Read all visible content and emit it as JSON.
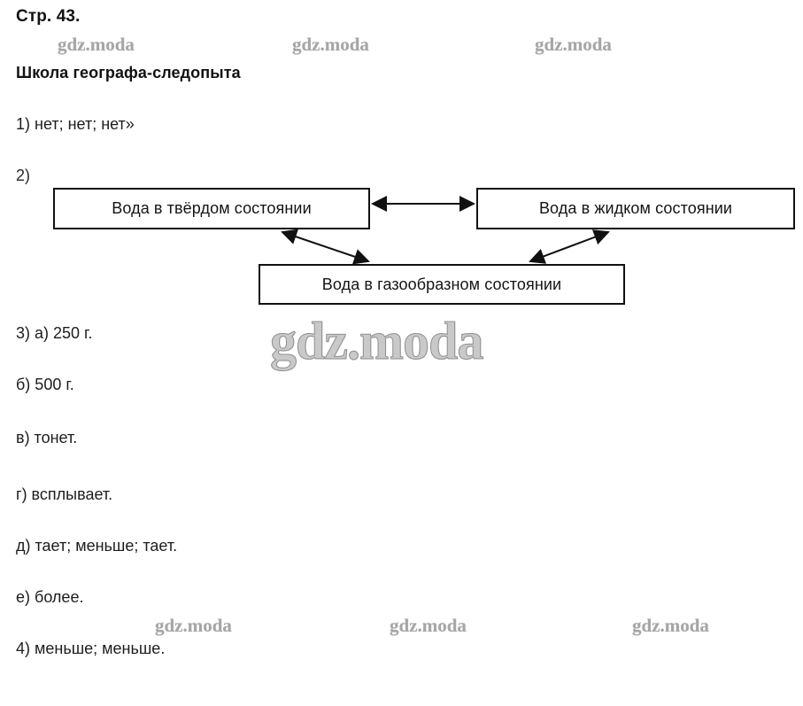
{
  "page": {
    "number_label": "Стр. 43.",
    "section_title": "Школа географа-следопыта"
  },
  "answers": [
    {
      "marker": "1)",
      "text": "1) нет; нет; нет»"
    },
    {
      "marker": "2)",
      "text": "2)"
    },
    {
      "marker": "3) а)",
      "text": "3) а) 250 г."
    },
    {
      "marker": "б)",
      "text": "б) 500 г."
    },
    {
      "marker": "в)",
      "text": "в) тонет."
    },
    {
      "marker": "г)",
      "text": "г) всплывает."
    },
    {
      "marker": "д)",
      "text": "д) тает; меньше; тает."
    },
    {
      "marker": "е)",
      "text": "е) более."
    },
    {
      "marker": "4)",
      "text": "4) меньше; меньше."
    }
  ],
  "diagram": {
    "nodes": {
      "solid": "Вода в твёрдом состоянии",
      "liquid": "Вода в жидком состоянии",
      "gas": "Вода в газообразном состоянии"
    },
    "connections": [
      {
        "from": "solid",
        "to": "liquid",
        "style": "double-headed-horizontal"
      },
      {
        "from": "solid",
        "to": "gas",
        "style": "double-headed-diagonal"
      },
      {
        "from": "gas",
        "to": "liquid",
        "style": "double-headed-diagonal"
      }
    ],
    "border_color": "#111111"
  },
  "watermarks": {
    "text": "gdz.moda",
    "top_row": [
      "gdz.moda",
      "gdz.moda",
      "gdz.moda"
    ],
    "center_large": "gdz.moda",
    "bottom_row": [
      "gdz.moda",
      "gdz.moda",
      "gdz.moda"
    ],
    "color": "#a9a9a9"
  }
}
